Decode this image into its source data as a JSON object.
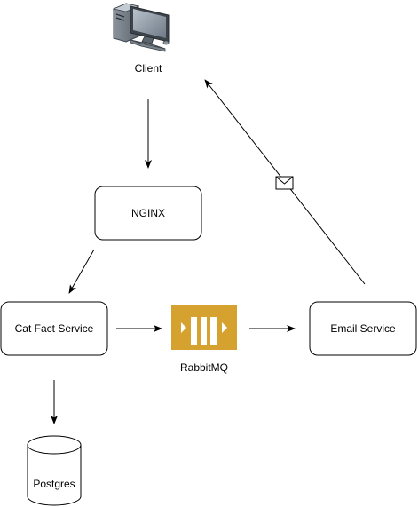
{
  "nodes": {
    "client": {
      "label": "Client",
      "icon": "desktop-computer-icon"
    },
    "nginx": {
      "label": "NGINX"
    },
    "cat_fact_service": {
      "label": "Cat Fact Service"
    },
    "rabbitmq": {
      "label": "RabbitMQ",
      "icon": "message-queue-icon",
      "color": "#d6a22f"
    },
    "email_service": {
      "label": "Email Service"
    },
    "postgres": {
      "label": "Postgres",
      "icon": "database-cylinder-icon"
    }
  },
  "edges": [
    {
      "from": "client",
      "to": "nginx"
    },
    {
      "from": "nginx",
      "to": "cat_fact_service"
    },
    {
      "from": "cat_fact_service",
      "to": "rabbitmq"
    },
    {
      "from": "rabbitmq",
      "to": "email_service"
    },
    {
      "from": "cat_fact_service",
      "to": "postgres"
    },
    {
      "from": "email_service",
      "to": "client",
      "icon": "envelope-icon"
    }
  ],
  "colors": {
    "stroke": "#000000",
    "background": "#ffffff",
    "queue": "#d6a22f"
  }
}
